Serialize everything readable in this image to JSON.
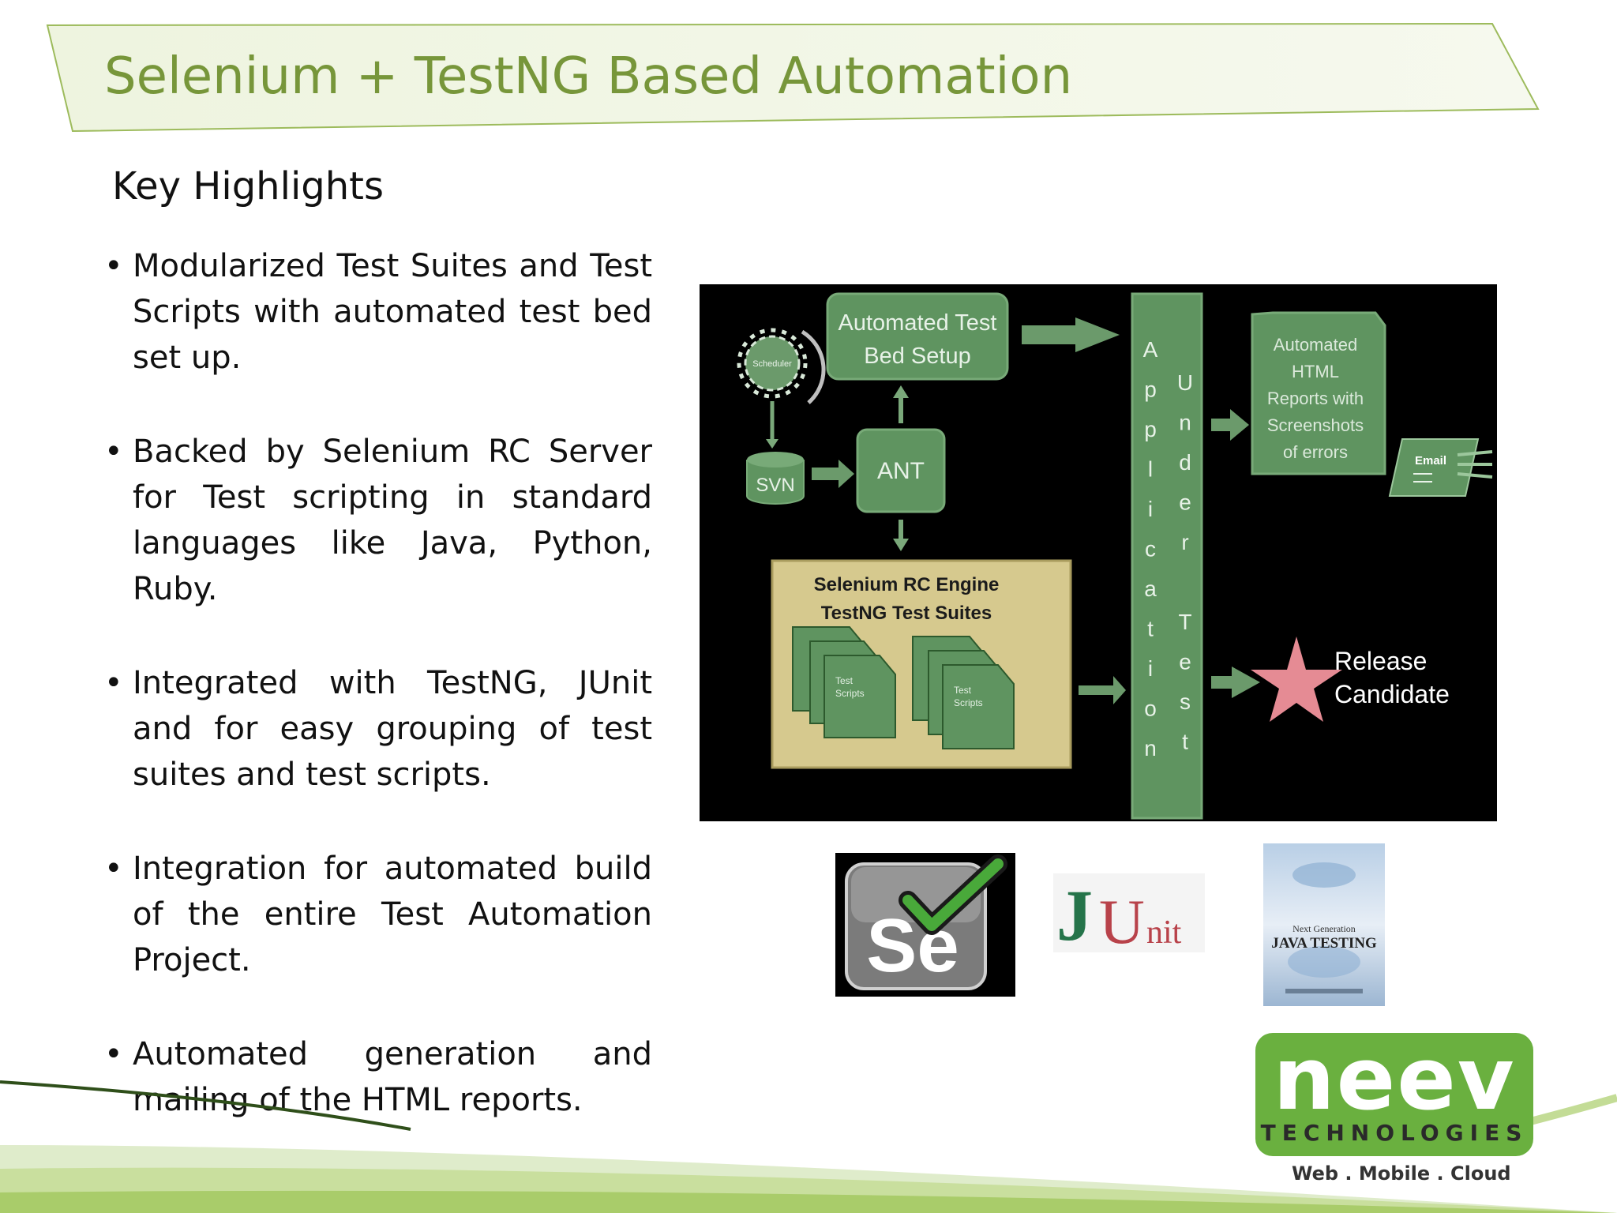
{
  "slide": {
    "title": "Selenium + TestNG Based Automation",
    "subtitle": "Key Highlights",
    "bullets": [
      "Modularized Test Suites and Test Scripts with automated test bed set up.",
      "Backed by Selenium RC Server for Test scripting in standard languages like Java, Python, Ruby.",
      "Integrated with  TestNG, JUnit and  for easy grouping of test suites and test scripts.",
      "Integration for automated build of the entire Test Automation Project.",
      "Automated generation and mailing of the HTML reports."
    ]
  },
  "diagram": {
    "scheduler_label": "Scheduler",
    "testbed_line1": "Automated Test",
    "testbed_line2": "Bed Setup",
    "svn_label": "SVN",
    "ant_label": "ANT",
    "engine_line1": "Selenium RC Engine",
    "engine_line2": "TestNG Test Suites",
    "script_label_1": "Test",
    "script_label_2": "Scripts",
    "aut_col1": "Application",
    "aut_col2": "Under Test",
    "report_lines": [
      "Automated",
      "HTML",
      "Reports with",
      "Screenshots",
      "of errors"
    ],
    "email_label": "Email",
    "release_line1": "Release",
    "release_line2": "Candidate"
  },
  "logos": {
    "selenium_text": "Se",
    "junit_j": "J",
    "junit_u": "U",
    "junit_nit": "nit",
    "book_line1": "Next Generation",
    "book_line2": "JAVA TESTING",
    "neev_word": "neev",
    "neev_sub": "TECHNOLOGIES",
    "neev_tagline": "Web . Mobile . Cloud"
  },
  "colors": {
    "title_green": "#77963a",
    "banner_fill": "#eef4df",
    "diagram_green": "#5f9460",
    "engine_gold": "#d6c98e",
    "star_pink": "#e58b94",
    "neev_green": "#6ab03f"
  }
}
